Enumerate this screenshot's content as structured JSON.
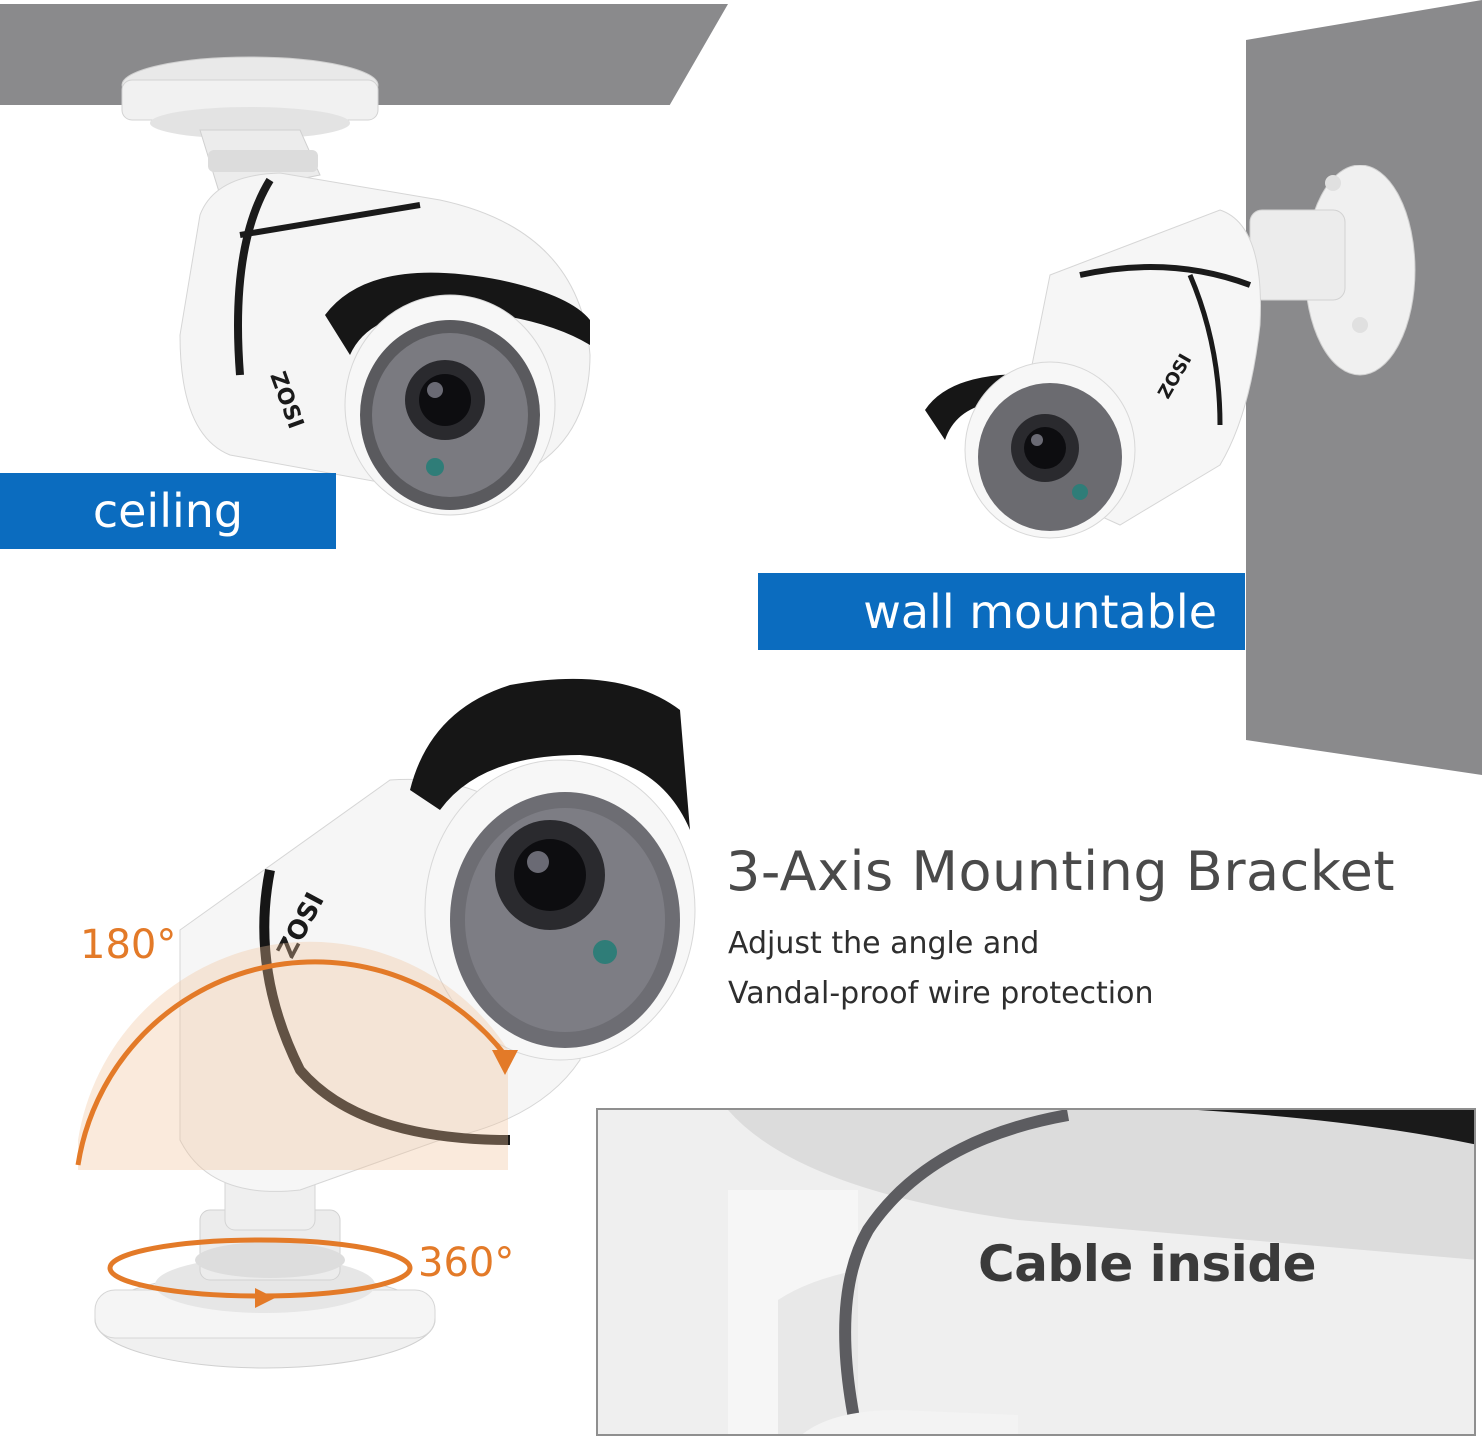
{
  "labels": {
    "ceiling": "ceiling",
    "wall": "wall mountable"
  },
  "feature": {
    "title": "3-Axis Mounting Bracket",
    "line1": "Adjust the angle and",
    "line2": "Vandal-proof  wire protection"
  },
  "rotation": {
    "tilt": "180°",
    "pan": "360°"
  },
  "inset": {
    "caption": "Cable inside"
  },
  "brand": {
    "logo_text": "ZOSI"
  },
  "colors": {
    "label_blue": "#0b6cbf",
    "surface_gray": "#8a8a8c",
    "arrow_orange": "#e37a28",
    "camera_white": "#f4f4f4"
  },
  "icons": [
    "rotation-arc-icon",
    "pan-rotation-icon"
  ]
}
